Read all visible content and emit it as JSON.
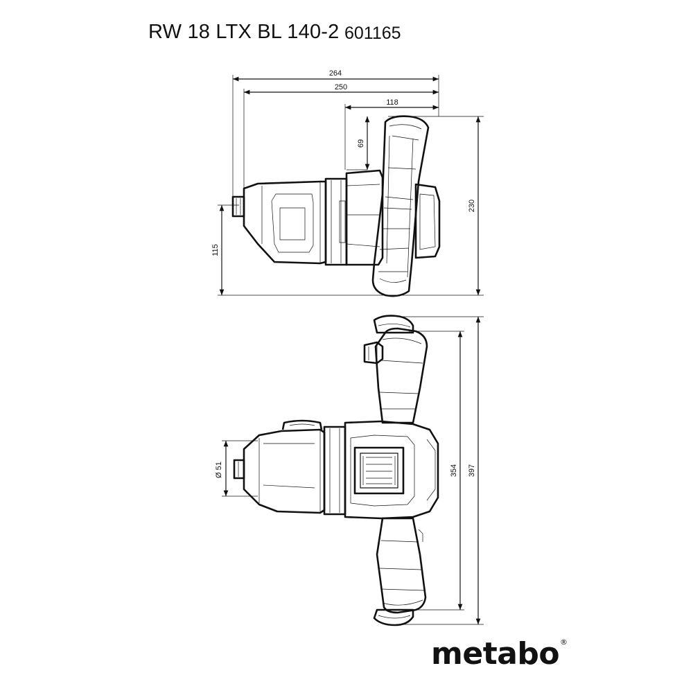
{
  "header": {
    "model": "RW 18 LTX BL 140-2",
    "article_number": "601165"
  },
  "dimensions": {
    "side_view": {
      "overall_length": "264",
      "length_from_spindle": "250",
      "handle_depth": "118",
      "handle_top_offset": "69",
      "overall_height": "230",
      "spindle_height": "115"
    },
    "top_view": {
      "spindle_diameter": "Ø 51",
      "handle_span_inner": "354",
      "handle_span_outer": "397"
    }
  },
  "brand": {
    "logo_text": "metabo",
    "registered_mark": "®"
  }
}
